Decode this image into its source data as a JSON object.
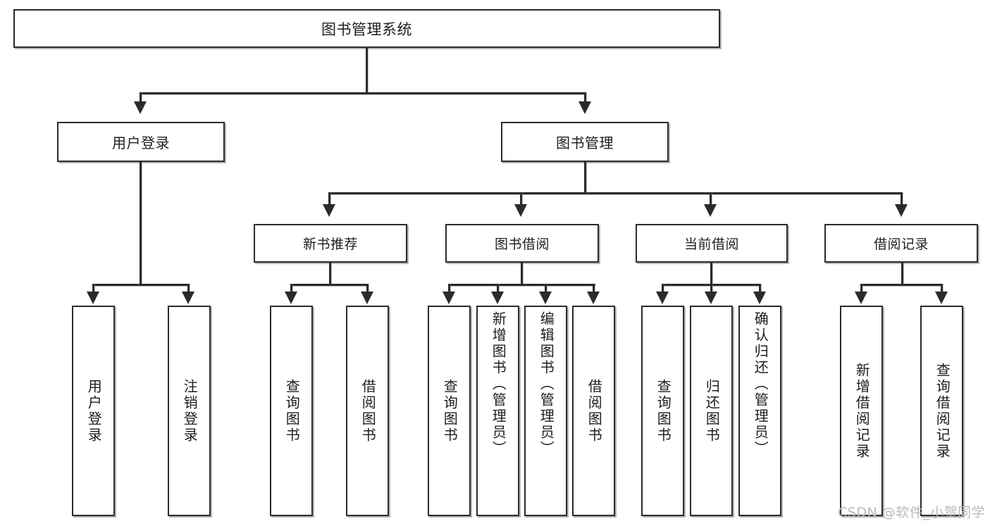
{
  "diagram": {
    "type": "tree-hierarchy",
    "title": "图书管理系统",
    "root": {
      "label": "图书管理系统"
    },
    "level1": [
      {
        "id": "user-login",
        "label": "用户登录"
      },
      {
        "id": "book-manage",
        "label": "图书管理"
      }
    ],
    "level2": [
      {
        "id": "new-book-rec",
        "label": "新书推荐",
        "parent": "book-manage"
      },
      {
        "id": "book-borrow",
        "label": "图书借阅",
        "parent": "book-manage"
      },
      {
        "id": "current-borrow",
        "label": "当前借阅",
        "parent": "book-manage"
      },
      {
        "id": "borrow-record",
        "label": "借阅记录",
        "parent": "book-manage"
      }
    ],
    "leaves": [
      {
        "id": "leaf-user-login",
        "label": "用户登录",
        "parent": "user-login"
      },
      {
        "id": "leaf-logout",
        "label": "注销登录",
        "parent": "user-login"
      },
      {
        "id": "leaf-query-book-1",
        "label": "查询图书",
        "parent": "new-book-rec"
      },
      {
        "id": "leaf-borrow-book-1",
        "label": "借阅图书",
        "parent": "new-book-rec"
      },
      {
        "id": "leaf-query-book-2",
        "label": "查询图书",
        "parent": "book-borrow"
      },
      {
        "id": "leaf-add-book",
        "label": "新增图书（管理员）",
        "parent": "book-borrow"
      },
      {
        "id": "leaf-edit-book",
        "label": "编辑图书（管理员）",
        "parent": "book-borrow"
      },
      {
        "id": "leaf-borrow-book-2",
        "label": "借阅图书",
        "parent": "book-borrow"
      },
      {
        "id": "leaf-query-book-3",
        "label": "查询图书",
        "parent": "current-borrow"
      },
      {
        "id": "leaf-return-book",
        "label": "归还图书",
        "parent": "current-borrow"
      },
      {
        "id": "leaf-confirm-return",
        "label": "确认归还（管理员）",
        "parent": "current-borrow"
      },
      {
        "id": "leaf-add-record",
        "label": "新增借阅记录",
        "parent": "borrow-record"
      },
      {
        "id": "leaf-query-record",
        "label": "查询借阅记录",
        "parent": "borrow-record"
      }
    ]
  },
  "watermark": {
    "text": "CSDN @软件_小贺同学"
  },
  "colors": {
    "stroke": "#2b2b2b",
    "text": "#1d1d1d",
    "background": "#ffffff",
    "watermark": "#b9b9b9"
  }
}
